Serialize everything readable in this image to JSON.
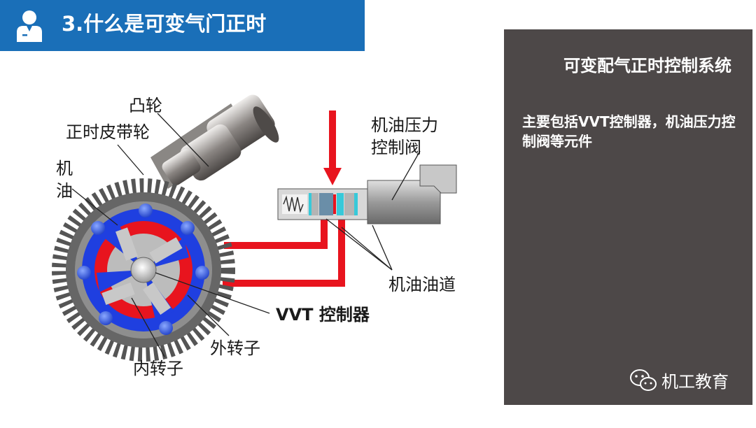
{
  "header": {
    "title": "3.什么是可变气门正时"
  },
  "labels": {
    "cam": "凸轮",
    "timing_pulley": "正时皮带轮",
    "oil_1": "机",
    "oil_2": "油",
    "valve_1": "机油压力",
    "valve_2": "控制阀",
    "oil_channel": "机油油道",
    "vvt": "VVT 控制器",
    "outer_rotor": "外转子",
    "inner_rotor": "内转子"
  },
  "panel": {
    "title": "可变配气正时控制系统",
    "description": "主要包括VVT控制器，机油压力控制阀等元件",
    "watermark": "机工教育"
  },
  "colors": {
    "header_blue": "#1a6fb8",
    "panel_gray": "#4d4848",
    "oil_red": "#e8141e",
    "rotor_blue": "#1f3fe0"
  },
  "icons": {
    "header": "user-icon",
    "watermark": "wechat-icon"
  }
}
